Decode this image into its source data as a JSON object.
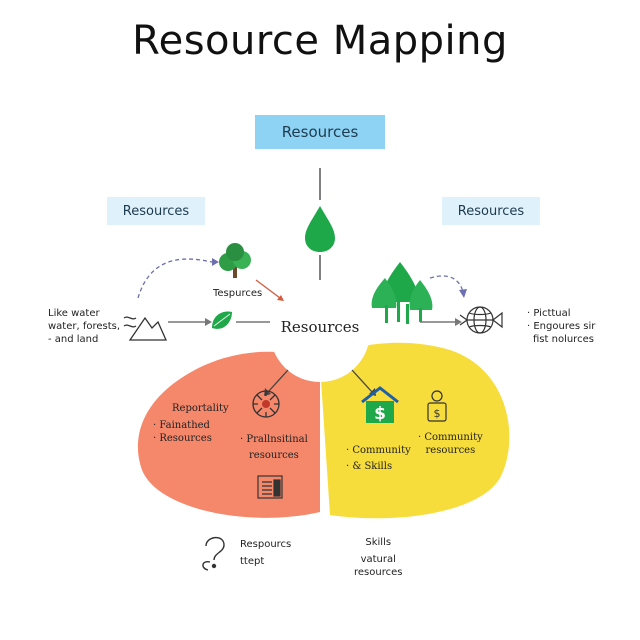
{
  "title": "Resource Mapping",
  "top_box": "Resources",
  "left_box": "Resources",
  "right_box": "Resources",
  "center": "Resources",
  "tree_label": "Tespurces",
  "left_text": [
    "Like water",
    "water, forests,",
    "- and land"
  ],
  "right_text": [
    "· Picttual",
    "· Engoures sir",
    "fist nolurces"
  ],
  "orange_blob": {
    "heading": "Reportality",
    "bullets": [
      "· Fainathed",
      "· Resources"
    ],
    "side": [
      "· Prallnsitinal",
      "resources"
    ]
  },
  "yellow_blob": {
    "left": [
      "· Community",
      "· & Skills"
    ],
    "right": [
      "· Community",
      "resources"
    ]
  },
  "bottom_left": [
    "Respourcs",
    "ttept"
  ],
  "bottom_right": [
    "Skills",
    "vatural",
    "resources"
  ],
  "colors": {
    "orange": "#f5876b",
    "yellow": "#f7dd3c",
    "green": "#1fa84a",
    "blue": "#8fd3f4",
    "light_blue": "#dff1fb"
  },
  "icons": [
    "water-drop-icon",
    "tree-icon",
    "leaf-icon",
    "mountain-icon",
    "forest-icon",
    "globe-fish-icon",
    "compass-icon",
    "house-dollar-icon",
    "dollar-person-icon",
    "document-icon",
    "question-icon"
  ]
}
